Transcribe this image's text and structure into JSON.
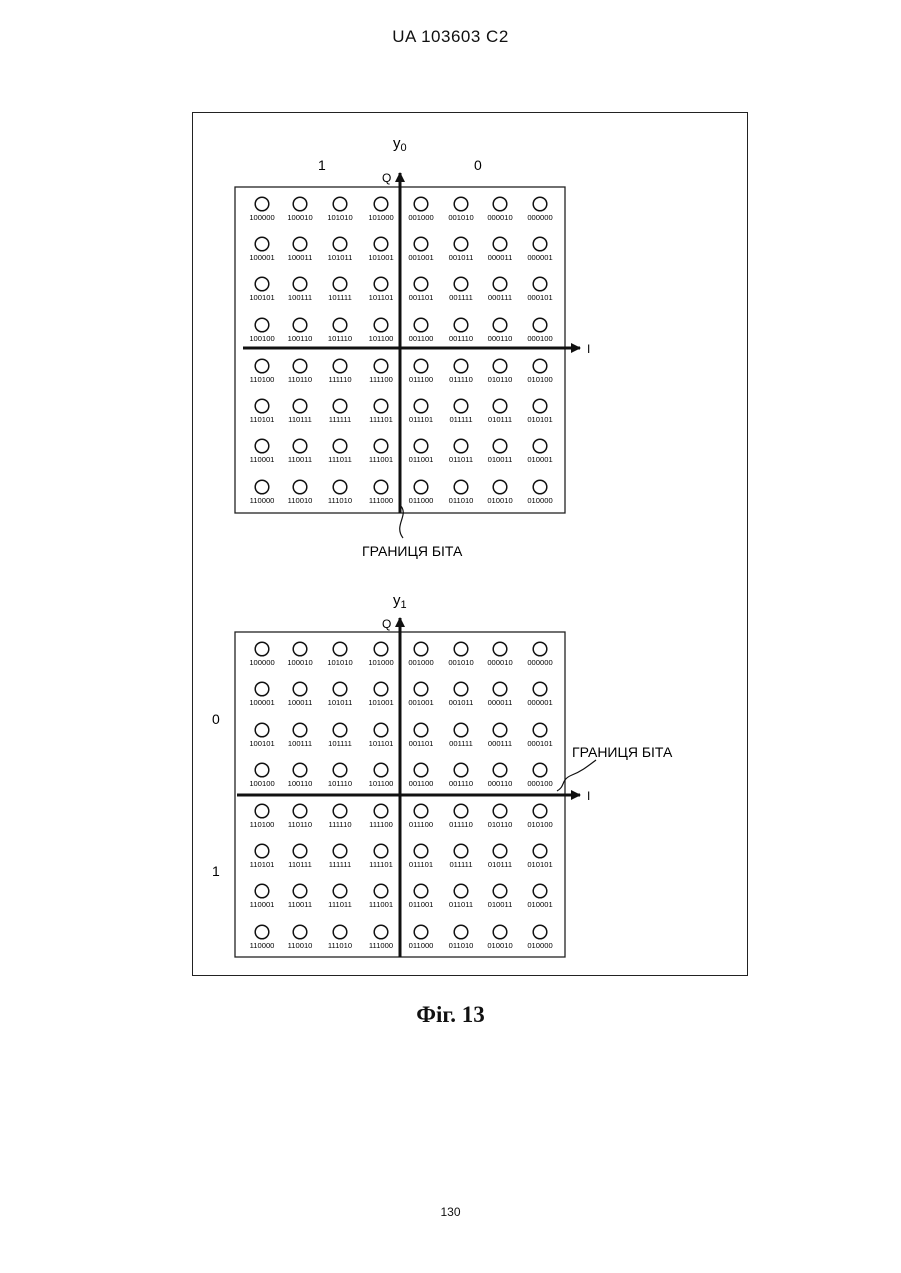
{
  "header": "UA   103603   C2",
  "caption": "Фіг. 13",
  "page_number": "130",
  "boundary_label": "ГРАНИЦЯ БІТА",
  "axis_i": "I",
  "axis_q": "Q",
  "grid_codes": [
    [
      "100000",
      "100010",
      "101010",
      "101000",
      "001000",
      "001010",
      "000010",
      "000000"
    ],
    [
      "100001",
      "100011",
      "101011",
      "101001",
      "001001",
      "001011",
      "000011",
      "000001"
    ],
    [
      "100101",
      "100111",
      "101111",
      "101101",
      "001101",
      "001111",
      "000111",
      "000101"
    ],
    [
      "100100",
      "100110",
      "101110",
      "101100",
      "001100",
      "001110",
      "000110",
      "000100"
    ],
    [
      "110100",
      "110110",
      "111110",
      "111100",
      "011100",
      "011110",
      "010110",
      "010100"
    ],
    [
      "110101",
      "110111",
      "111111",
      "111101",
      "011101",
      "011111",
      "010111",
      "010101"
    ],
    [
      "110001",
      "110011",
      "111011",
      "111001",
      "011001",
      "011011",
      "010011",
      "010001"
    ],
    [
      "110000",
      "110010",
      "111010",
      "111000",
      "011000",
      "011010",
      "010010",
      "010000"
    ]
  ],
  "diagrams": [
    {
      "title": "y0",
      "title_base": "y",
      "title_sub": "0",
      "region_left_label": "1",
      "region_right_label": "0"
    },
    {
      "title": "y1",
      "title_base": "y",
      "title_sub": "1",
      "region_top_label": "0",
      "region_bottom_label": "1"
    }
  ]
}
